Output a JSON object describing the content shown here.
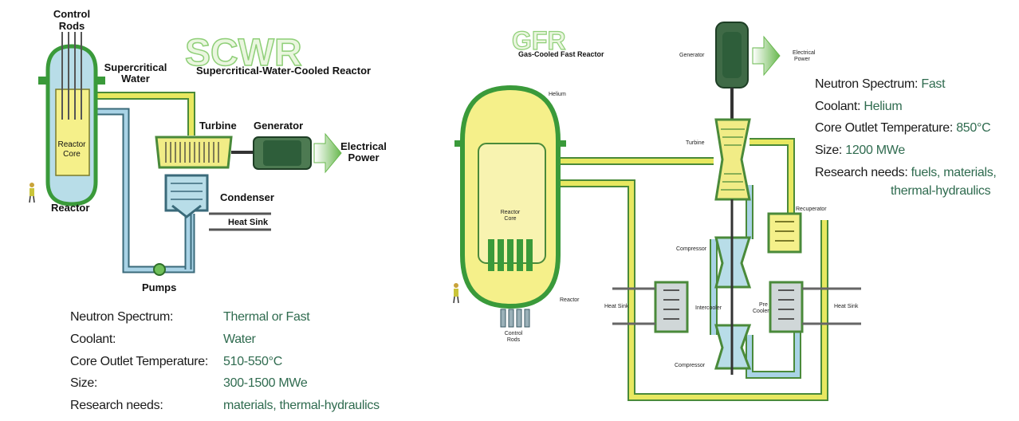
{
  "scwr": {
    "logo": "SCWR",
    "subtitle": "Supercritical-Water-Cooled Reactor",
    "labels": {
      "control_rods_1": "Control",
      "control_rods_2": "Rods",
      "supercritical_1": "Supercritical",
      "supercritical_2": "Water",
      "reactor_core_1": "Reactor",
      "reactor_core_2": "Core",
      "reactor": "Reactor",
      "turbine": "Turbine",
      "generator": "Generator",
      "electrical_1": "Electrical",
      "electrical_2": "Power",
      "condenser": "Condenser",
      "heat_sink": "Heat Sink",
      "pumps": "Pumps"
    },
    "specs": [
      {
        "label": "Neutron Spectrum:",
        "value": "Thermal or Fast"
      },
      {
        "label": "Coolant:",
        "value": "Water"
      },
      {
        "label": "Core Outlet Temperature:",
        "value": "510-550°C"
      },
      {
        "label": "Size:",
        "value": "300-1500 MWe"
      },
      {
        "label": "Research needs:",
        "value": "materials, thermal-hydraulics"
      }
    ]
  },
  "gfr": {
    "logo": "GFR",
    "subtitle": "Gas-Cooled Fast Reactor",
    "labels": {
      "generator": "Generator",
      "electrical_1": "Electrical",
      "electrical_2": "Power",
      "helium": "Helium",
      "turbine": "Turbine",
      "reactor_core_1": "Reactor",
      "reactor_core_2": "Core",
      "recuperator": "Recuperator",
      "compressor_top": "Compressor",
      "compressor_bottom": "Compressor",
      "intercooler": "Intercooler",
      "precooler_1": "Pre",
      "precooler_2": "Cooler",
      "heat_sink_left": "Heat Sink",
      "heat_sink_right": "Heat Sink",
      "reactor": "Reactor",
      "control_rods_1": "Control",
      "control_rods_2": "Rods"
    },
    "specs": [
      {
        "label": "Neutron Spectrum:",
        "value": "Fast"
      },
      {
        "label": "Coolant:",
        "value": "Helium"
      },
      {
        "label": "Core Outlet Temperature:",
        "value": "850°C"
      },
      {
        "label": "Size:",
        "value": "1200 MWe"
      },
      {
        "label": "Research needs:",
        "value": "fuels, materials,"
      },
      {
        "label": "",
        "value": "thermal-hydraulics"
      }
    ]
  },
  "colors": {
    "vessel_green": "#3a9a3a",
    "pipe_yellow": "#e8e860",
    "pipe_blue": "#a9d3e6",
    "core_yellow": "#f5f08a",
    "generator_dark": "#2e5e3a",
    "arrow_green": "#7ec46a",
    "value_text": "#2f6b4f"
  }
}
